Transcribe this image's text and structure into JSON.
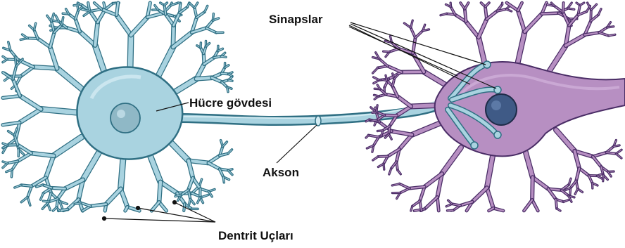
{
  "labels": {
    "synapses": "Sinapslar",
    "cell_body": "Hücre gövdesi",
    "axon": "Akson",
    "dendrite_tips": "Dentrit Uçları"
  },
  "colors": {
    "neuron_a_fill": "#a9d3e0",
    "neuron_a_dark": "#2f6f83",
    "neuron_a_light": "#d3ebf2",
    "nucleus_a": "#8fb8c6",
    "neuron_b_fill": "#b78fc2",
    "neuron_b_dark": "#4a2d66",
    "nucleus_b": "#3f5a86",
    "label_text": "#111111",
    "pointer": "#111111"
  }
}
